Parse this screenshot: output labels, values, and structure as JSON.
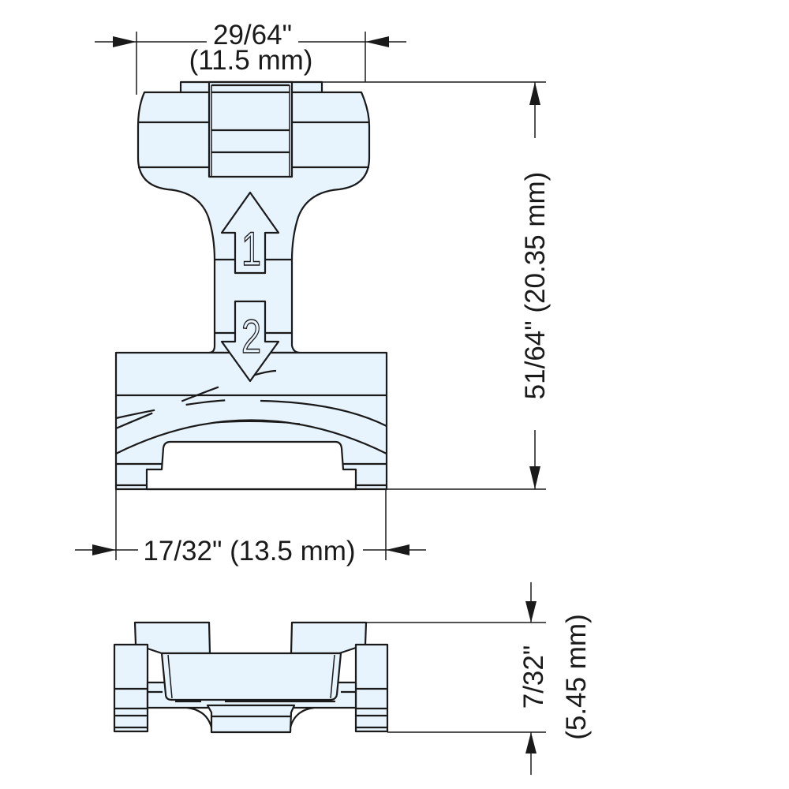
{
  "drawing": {
    "top_view": {
      "width_dimension": {
        "inch": "29/64\"",
        "mm": "(11.5 mm)"
      },
      "height_dimension": {
        "label": "51/64\"  (20.35 mm)"
      },
      "base_width_dimension": {
        "label": "17/32\" (13.5 mm)"
      },
      "step_markers": [
        {
          "number": "1",
          "direction": "up"
        },
        {
          "number": "2",
          "direction": "down"
        }
      ]
    },
    "side_view": {
      "height_dimension": {
        "inch": "7/32\"",
        "mm": "(5.45 mm)"
      }
    },
    "colors": {
      "part_fill": "#e8f4fd",
      "line": "#1a1a1a",
      "background": "#ffffff"
    }
  }
}
